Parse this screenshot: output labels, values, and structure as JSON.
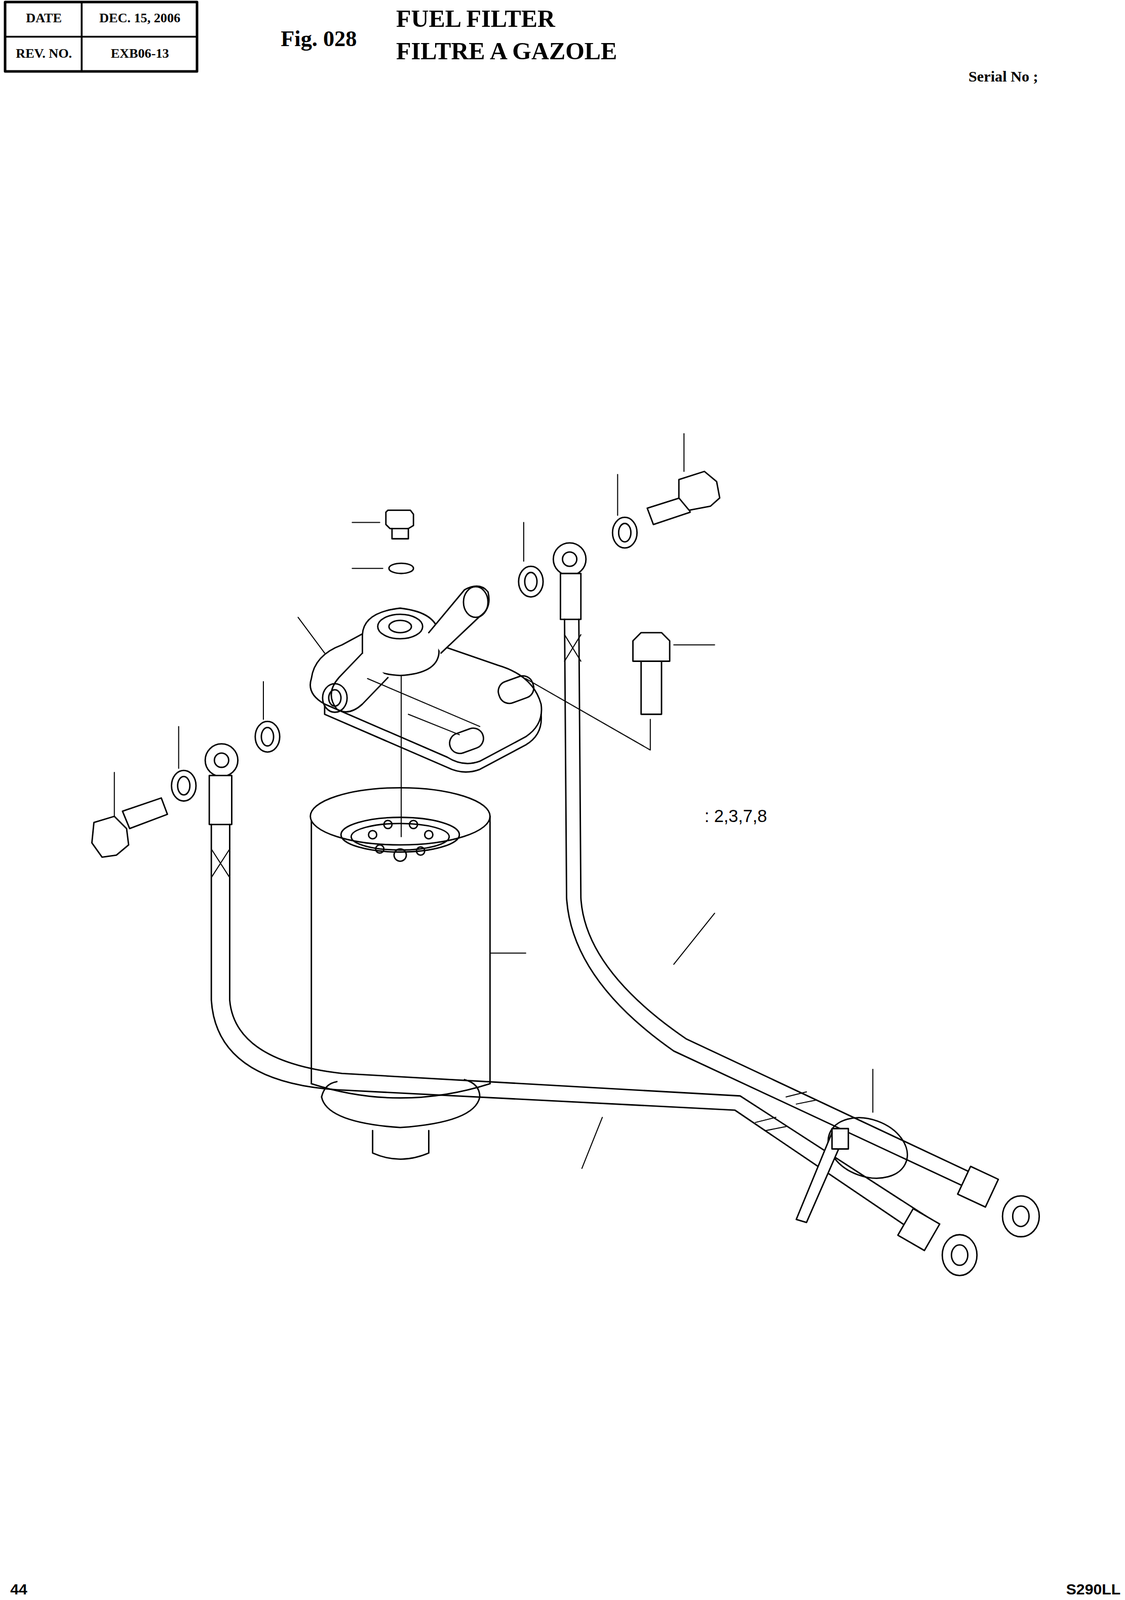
{
  "diagram": {
    "title": "FUEL FILTER",
    "labels": [
      "DATE",
      "DEC. 15, 2006",
      "REV. NO.",
      "EXB06-13",
      "Fig. 028",
      "FILTRE A GAZOLE",
      "Serial No ;",
      ": 2,3,7,8",
      "44",
      "S290LL"
    ]
  }
}
